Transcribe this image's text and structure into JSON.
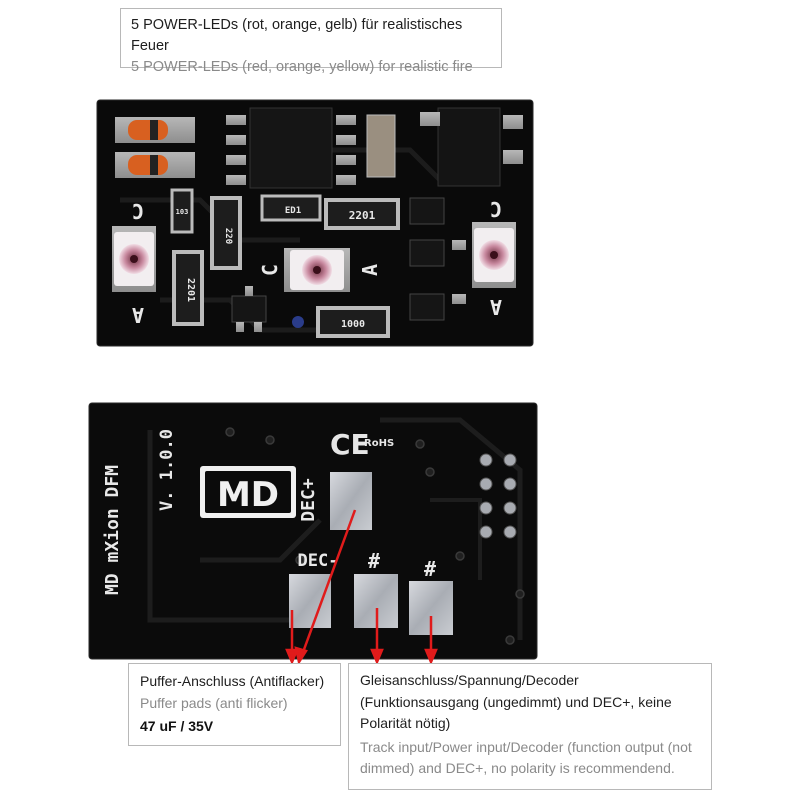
{
  "top_caption": {
    "line_de": "5 POWER-LEDs (rot, orange, gelb) für realistisches Feuer",
    "line_en": "5 POWER-LEDs (red, orange, yellow) for realistic fire"
  },
  "puffer_callout": {
    "line_de": "Puffer-Anschluss (Antiflacker)",
    "line_en": "Puffer pads (anti flicker)",
    "value": "47 uF / 35V"
  },
  "track_callout": {
    "line_de": "Gleisanschluss/Spannung/Decoder (Funktionsausgang (ungedimmt) und DEC+, keine Polarität nötig)",
    "line_en": "Track input/Power input/Decoder (function output (not dimmed) and DEC+, no polarity is recommendend."
  },
  "board_top": {
    "resistor_labels": [
      "103",
      "220",
      "ED1",
      "2201",
      "2201",
      "1000"
    ],
    "pad_labels": [
      "C",
      "A",
      "C",
      "A",
      "C",
      "A"
    ]
  },
  "board_bottom": {
    "logo": "MD",
    "product_text": "MD mXion DFM",
    "version_text": "V. 1.0.0",
    "ce_mark": "CE",
    "rohs_text": "RoHS",
    "pad_labels": [
      "DEC+",
      "DEC-",
      "#",
      "#"
    ]
  },
  "colors": {
    "pcb": "#0b0b0b",
    "pad_silver": "#b9bcc2",
    "arrow_red": "#e01b1b",
    "border_gray": "#b8b8b8"
  }
}
